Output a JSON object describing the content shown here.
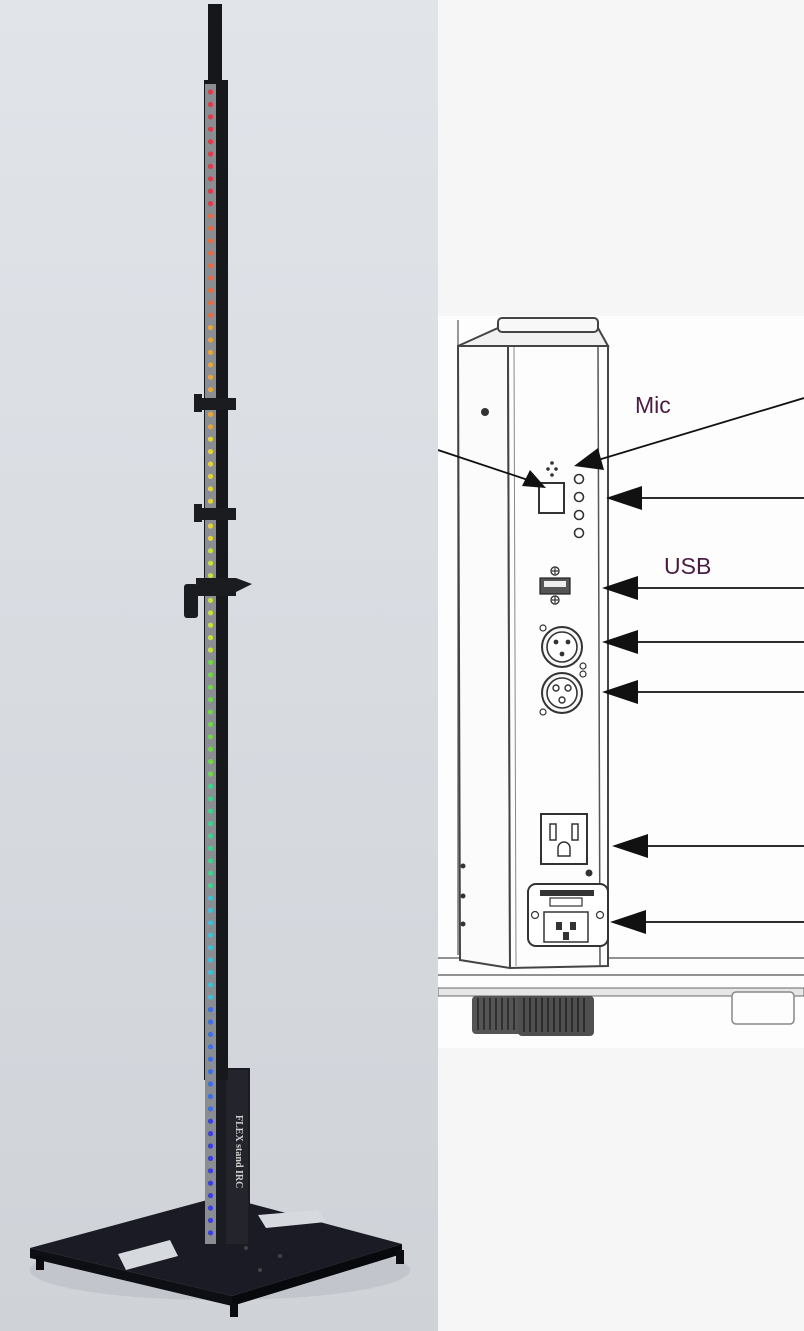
{
  "product": {
    "name": "FLEX stand IRC",
    "colors": {
      "background": "#dcdfe4",
      "stand": "#191a1e"
    },
    "led_colors": [
      "#e03a48",
      "#e66a40",
      "#e8a43a",
      "#e4d236",
      "#c8e03a",
      "#6fd646",
      "#3cd28c",
      "#3cc0d8",
      "#3c6fe6",
      "#3c3fe0"
    ]
  },
  "diagram": {
    "colors": {
      "background": "#f6f6f6",
      "label": "#4a1c44",
      "line": "#111111"
    },
    "callouts": {
      "mic": "Mic",
      "usb": "USB"
    }
  }
}
